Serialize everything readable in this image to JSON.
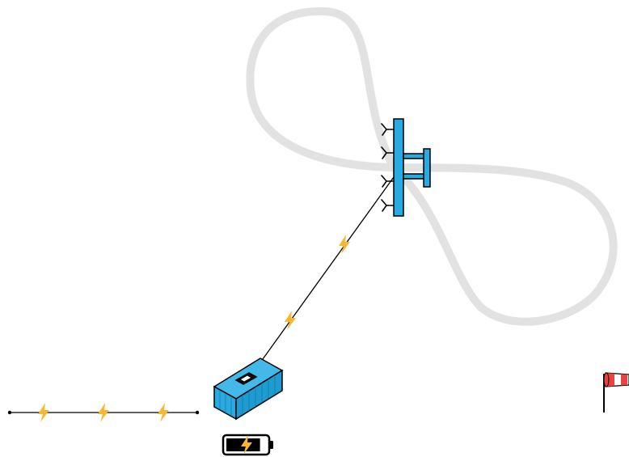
{
  "scene": {
    "background": "#ffffff",
    "colors": {
      "flight_path": "#e2e2e2",
      "kite_body": "#29abe2",
      "outline": "#000000",
      "bolt": "#f7b731",
      "windsock_red": "#e8433f",
      "windsock_white": "#ffffff"
    },
    "icons": [
      "figure-eight-flight-path",
      "kite-aircraft-icon",
      "tether-line",
      "lightning-bolt-icon",
      "ground-station-container-icon",
      "winch-icon",
      "power-line",
      "battery-icon",
      "windsock-icon"
    ],
    "battery": {
      "charge_fraction": 0.85
    }
  }
}
